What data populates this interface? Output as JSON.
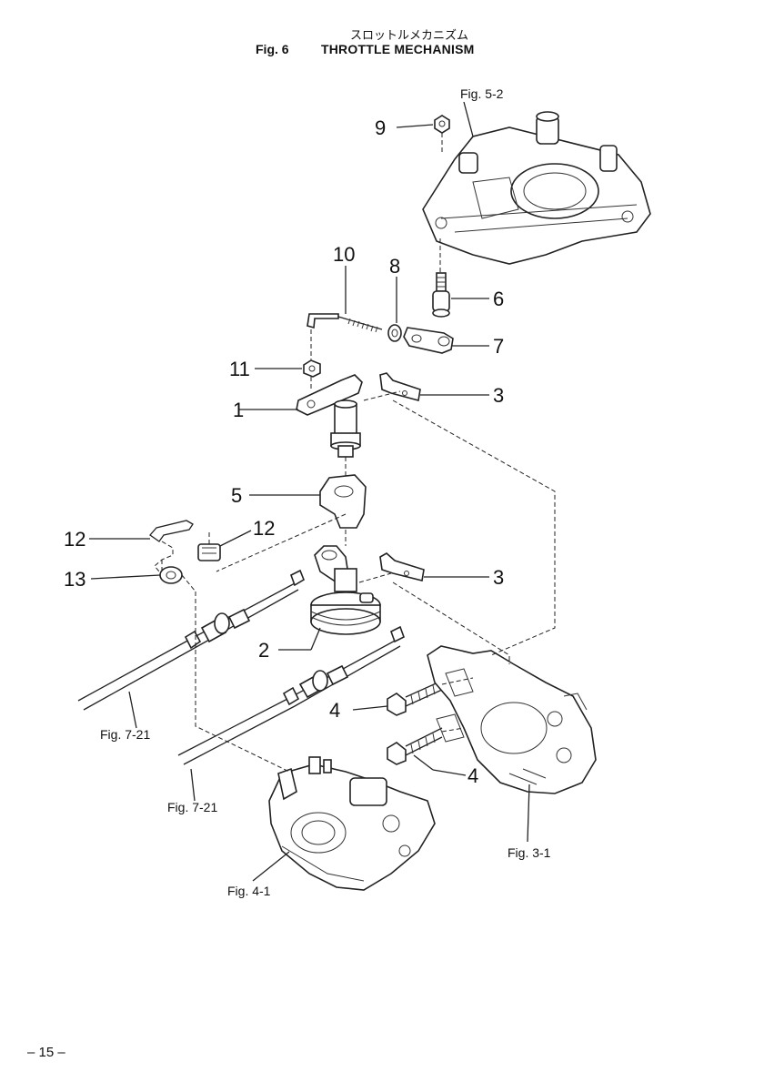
{
  "header": {
    "japanese_title": "スロットルメカニズム",
    "figure_number": "Fig. 6",
    "figure_title": "THROTTLE MECHANISM"
  },
  "callouts": {
    "c9": "9",
    "c10": "10",
    "c8": "8",
    "c6": "6",
    "c7": "7",
    "c11": "11",
    "c1": "1",
    "c3a": "3",
    "c5": "5",
    "c12a": "12",
    "c12b": "12",
    "c13": "13",
    "c3b": "3",
    "c2": "2",
    "c4a": "4",
    "c4b": "4"
  },
  "references": {
    "fig_5_2": "Fig. 5-2",
    "fig_7_21_a": "Fig. 7-21",
    "fig_7_21_b": "Fig. 7-21",
    "fig_4_1": "Fig. 4-1",
    "fig_3_1": "Fig. 3-1"
  },
  "footer": {
    "page_number": "– 15 –"
  }
}
